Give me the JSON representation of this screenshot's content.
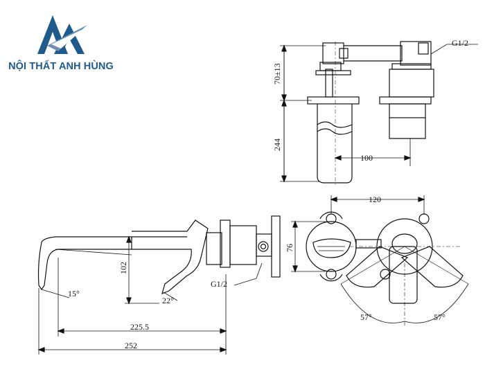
{
  "brand": {
    "name": "NỘI THẤT ANH HÙNG",
    "logo_icon": "mountain-peaks-logo",
    "color": "#1f5a8c"
  },
  "drawing": {
    "top_view": {
      "dim_height_upper": "70±13",
      "dim_height_lower": "244",
      "dim_spacing": "100",
      "thread_label": "G1/2"
    },
    "side_view": {
      "dim_drop": "102",
      "angle_spout": "15°",
      "angle_lever": "22°",
      "dim_reach_inner": "225.5",
      "dim_reach_total": "252",
      "thread_label": "G1/2"
    },
    "front_view": {
      "dim_spacing": "120",
      "dim_height": "76",
      "angle_left": "57°",
      "angle_right": "57°"
    }
  }
}
